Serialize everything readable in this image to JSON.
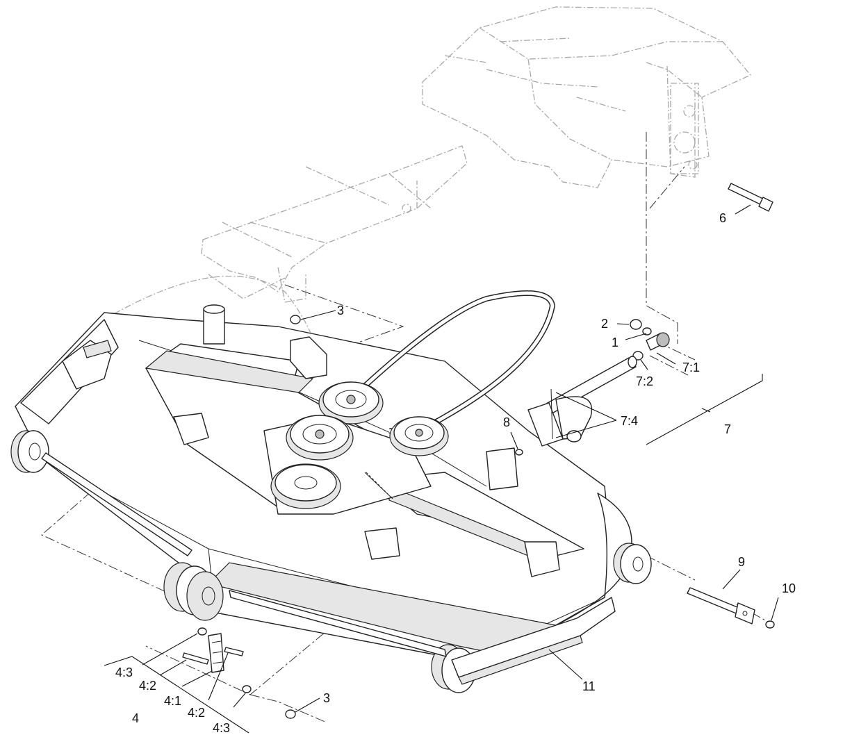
{
  "callouts": {
    "c1": "1",
    "c2": "2",
    "c3a": "3",
    "c3b": "3",
    "c4": "4",
    "c4_1": "4:1",
    "c4_2a": "4:2",
    "c4_2b": "4:2",
    "c4_3a": "4:3",
    "c4_3b": "4:3",
    "c6": "6",
    "c7": "7",
    "c7_1": "7:1",
    "c7_2": "7:2",
    "c7_4": "7:4",
    "c8": "8",
    "c9": "9",
    "c10": "10",
    "c11": "11"
  }
}
